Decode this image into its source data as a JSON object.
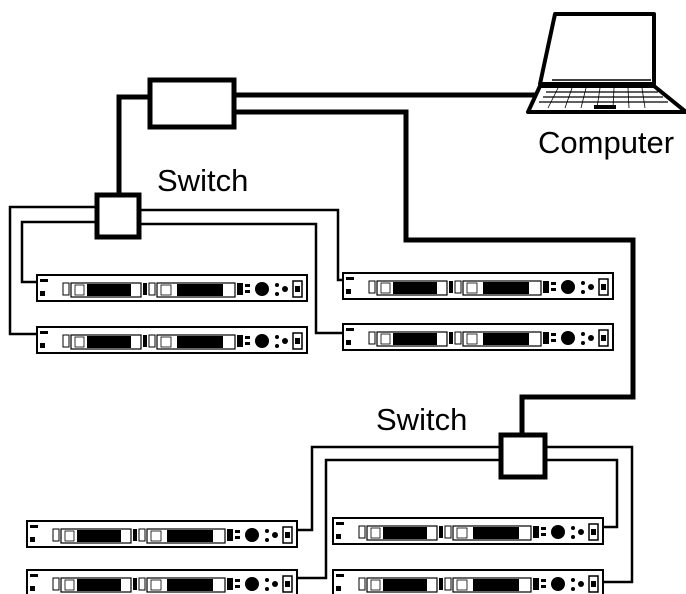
{
  "labels": {
    "computer": "Computer",
    "switch_top": "Switch",
    "switch_bottom": "Switch"
  },
  "colors": {
    "ink": "#000000",
    "paper": "#ffffff"
  },
  "icons": [
    "laptop-icon",
    "switch-icon",
    "rack-receiver-icon"
  ]
}
